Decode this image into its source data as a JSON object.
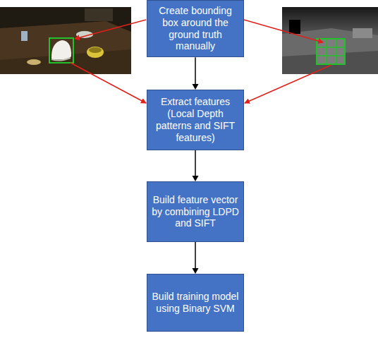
{
  "diagram": {
    "nodes": [
      {
        "text": [
          "Create bounding box around the ground truth manually"
        ]
      },
      {
        "text": [
          "Extract features (Local Depth patterns and SIFT features)"
        ]
      },
      {
        "text": [
          "Build feature vector by combining LDPD and SIFT"
        ]
      },
      {
        "text": [
          "Build training model using Binary SVM"
        ]
      }
    ],
    "edges": [
      {
        "from": 0,
        "to": 1,
        "arrow": "to"
      },
      {
        "from": 1,
        "to": 2,
        "arrow": "to"
      },
      {
        "from": 2,
        "to": 3,
        "arrow": "to"
      }
    ]
  }
}
